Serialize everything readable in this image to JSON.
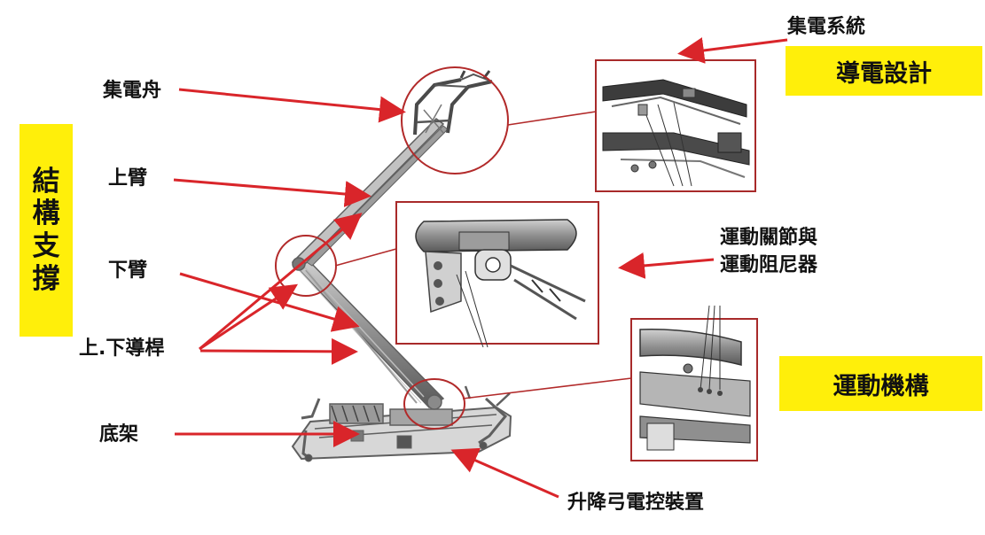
{
  "labels": {
    "collector_shoe": "集電舟",
    "upper_arm": "上臂",
    "lower_arm": "下臂",
    "guide_rods": "上.下導桿",
    "base_frame": "底架",
    "current_collection_system": "集電系統",
    "joints_and_dampers_line1": "運動關節與",
    "joints_and_dampers_line2": "運動阻尼器",
    "control_device": "升降弓電控裝置"
  },
  "boxes": {
    "conductive_design": "導電設計",
    "motion_mechanism": "運動機構",
    "structural_support": [
      "結",
      "構",
      "支",
      "撐"
    ]
  },
  "colors": {
    "arrow": "#d9252a",
    "highlight": "#ffef0a",
    "text": "#111111",
    "circle": "#b22a2a",
    "frame": "#a82a2a",
    "machine_stroke": "#6b6b6b",
    "machine_fill": "#bfbfbf"
  }
}
